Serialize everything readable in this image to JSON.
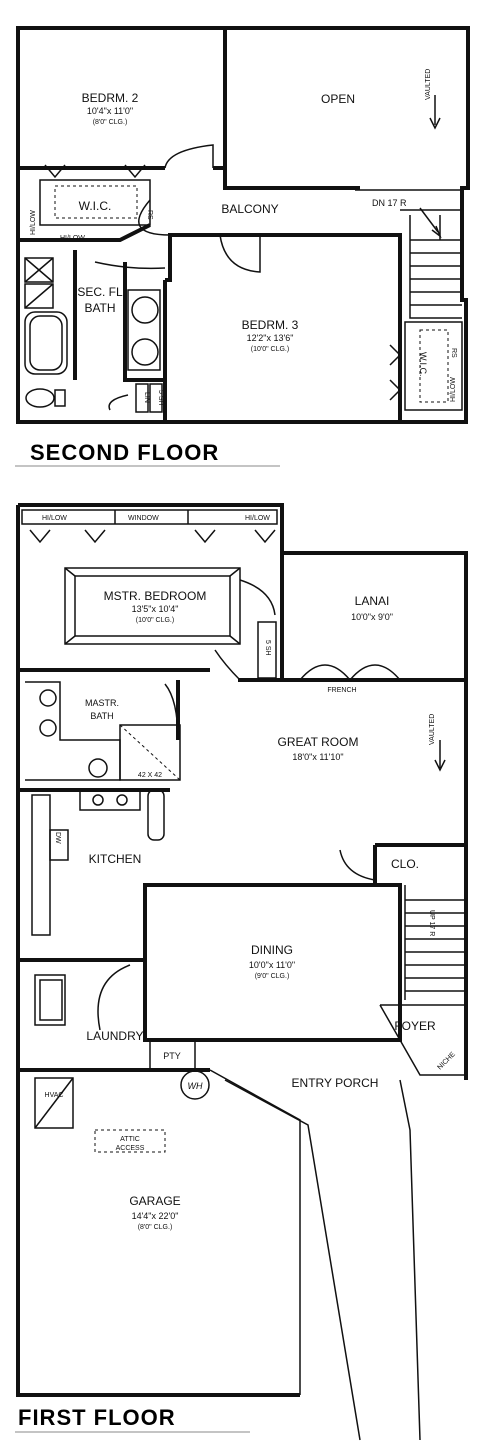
{
  "second_floor": {
    "heading": "SECOND FLOOR",
    "rooms": {
      "bedrm2_name": "BEDRM. 2",
      "bedrm2_size": "10'4\"x 11'0\"",
      "bedrm2_clg": "(8'0\" CLG.)",
      "open": "OPEN",
      "vaulted": "VAULTED",
      "wic": "W.I.C.",
      "hilow_left": "HI/LOW",
      "hilow_bottom": "HI/LOW",
      "rs": "RS",
      "balcony": "BALCONY",
      "stair": "DN 17 R",
      "sec_bath_1": "SEC. FL",
      "sec_bath_2": "BATH",
      "lin": "LIN",
      "ssh": "5 SH",
      "bedrm3_name": "BEDRM. 3",
      "bedrm3_size": "12'2\"x 13'6\"",
      "bedrm3_clg": "(10'0\" CLG.)",
      "wic2": "W.I.C.",
      "hilow_right": "HI/LOW",
      "rs2": "RS"
    }
  },
  "first_floor": {
    "heading": "FIRST FLOOR",
    "rooms": {
      "hilow_a": "HI/LOW",
      "window": "WINDOW",
      "hilow_b": "HI/LOW",
      "mstr_name": "MSTR. BEDROOM",
      "mstr_size": "13'5\"x 10'4\"",
      "mstr_clg": "(10'0\" CLG.)",
      "ssh": "5 SH",
      "lanai_name": "LANAI",
      "lanai_size": "10'0\"x 9'0\"",
      "french": "FRENCH",
      "mastr_bath_1": "MASTR.",
      "mastr_bath_2": "BATH",
      "shower": "42 X 42",
      "great_name": "GREAT ROOM",
      "great_size": "18'0\"x 11'10\"",
      "vaulted": "VAULTED",
      "dw": "DW",
      "kitchen": "KITCHEN",
      "clo": "CLO.",
      "stair": "UP 17 R",
      "dining_name": "DINING",
      "dining_size": "10'0\"x 11'0\"",
      "dining_clg": "(9'0\" CLG.)",
      "laundry": "LAUNDRY",
      "pty": "PTY",
      "foyer": "FOYER",
      "niche": "NICHE",
      "wh": "WH",
      "entry": "ENTRY PORCH",
      "hvac": "HVAC",
      "attic_1": "ATTIC",
      "attic_2": "ACCESS",
      "garage_name": "GARAGE",
      "garage_size": "14'4\"x 22'0\"",
      "garage_clg": "(8'0\" CLG.)"
    }
  }
}
